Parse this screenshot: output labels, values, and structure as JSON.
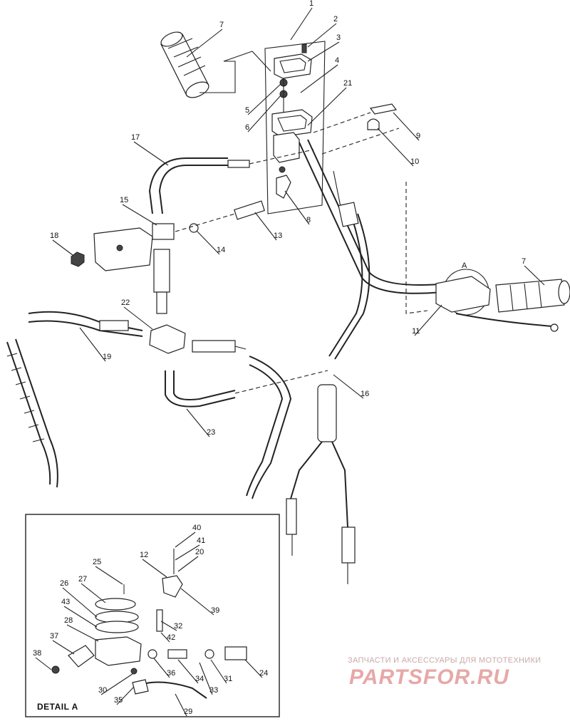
{
  "diagram": {
    "callouts": [
      {
        "id": "c1",
        "text": "1"
      },
      {
        "id": "c2",
        "text": "2"
      },
      {
        "id": "c3",
        "text": "3"
      },
      {
        "id": "c4",
        "text": "4"
      },
      {
        "id": "c5",
        "text": "5"
      },
      {
        "id": "c6",
        "text": "6"
      },
      {
        "id": "c7a",
        "text": "7"
      },
      {
        "id": "c7b",
        "text": "7"
      },
      {
        "id": "c8",
        "text": "8"
      },
      {
        "id": "c9",
        "text": "9"
      },
      {
        "id": "c10",
        "text": "10"
      },
      {
        "id": "c11",
        "text": "11"
      },
      {
        "id": "c13",
        "text": "13"
      },
      {
        "id": "c14",
        "text": "14"
      },
      {
        "id": "c15",
        "text": "15"
      },
      {
        "id": "c16",
        "text": "16"
      },
      {
        "id": "c17",
        "text": "17"
      },
      {
        "id": "c18",
        "text": "18"
      },
      {
        "id": "c19",
        "text": "19"
      },
      {
        "id": "c21",
        "text": "21"
      },
      {
        "id": "c22",
        "text": "22"
      },
      {
        "id": "c23",
        "text": "23"
      },
      {
        "id": "cA",
        "text": "A"
      }
    ],
    "detail": {
      "title": "DETAIL A",
      "callouts": [
        {
          "id": "d40",
          "text": "40"
        },
        {
          "id": "d41",
          "text": "41"
        },
        {
          "id": "d12",
          "text": "12"
        },
        {
          "id": "d20",
          "text": "20"
        },
        {
          "id": "d25",
          "text": "25"
        },
        {
          "id": "d27",
          "text": "27"
        },
        {
          "id": "d26",
          "text": "26"
        },
        {
          "id": "d43",
          "text": "43"
        },
        {
          "id": "d28",
          "text": "28"
        },
        {
          "id": "d39",
          "text": "39"
        },
        {
          "id": "d32",
          "text": "32"
        },
        {
          "id": "d42",
          "text": "42"
        },
        {
          "id": "d37",
          "text": "37"
        },
        {
          "id": "d38",
          "text": "38"
        },
        {
          "id": "d36",
          "text": "36"
        },
        {
          "id": "d34",
          "text": "34"
        },
        {
          "id": "d31",
          "text": "31"
        },
        {
          "id": "d24",
          "text": "24"
        },
        {
          "id": "d33",
          "text": "33"
        },
        {
          "id": "d30",
          "text": "30"
        },
        {
          "id": "d35",
          "text": "35"
        },
        {
          "id": "d29",
          "text": "29"
        }
      ]
    }
  },
  "watermark": {
    "tagline": "ЗАПЧАСТИ И АКСЕССУАРЫ ДЛЯ МОТОТЕХНИКИ",
    "logo": "PARTSFOR.RU"
  }
}
